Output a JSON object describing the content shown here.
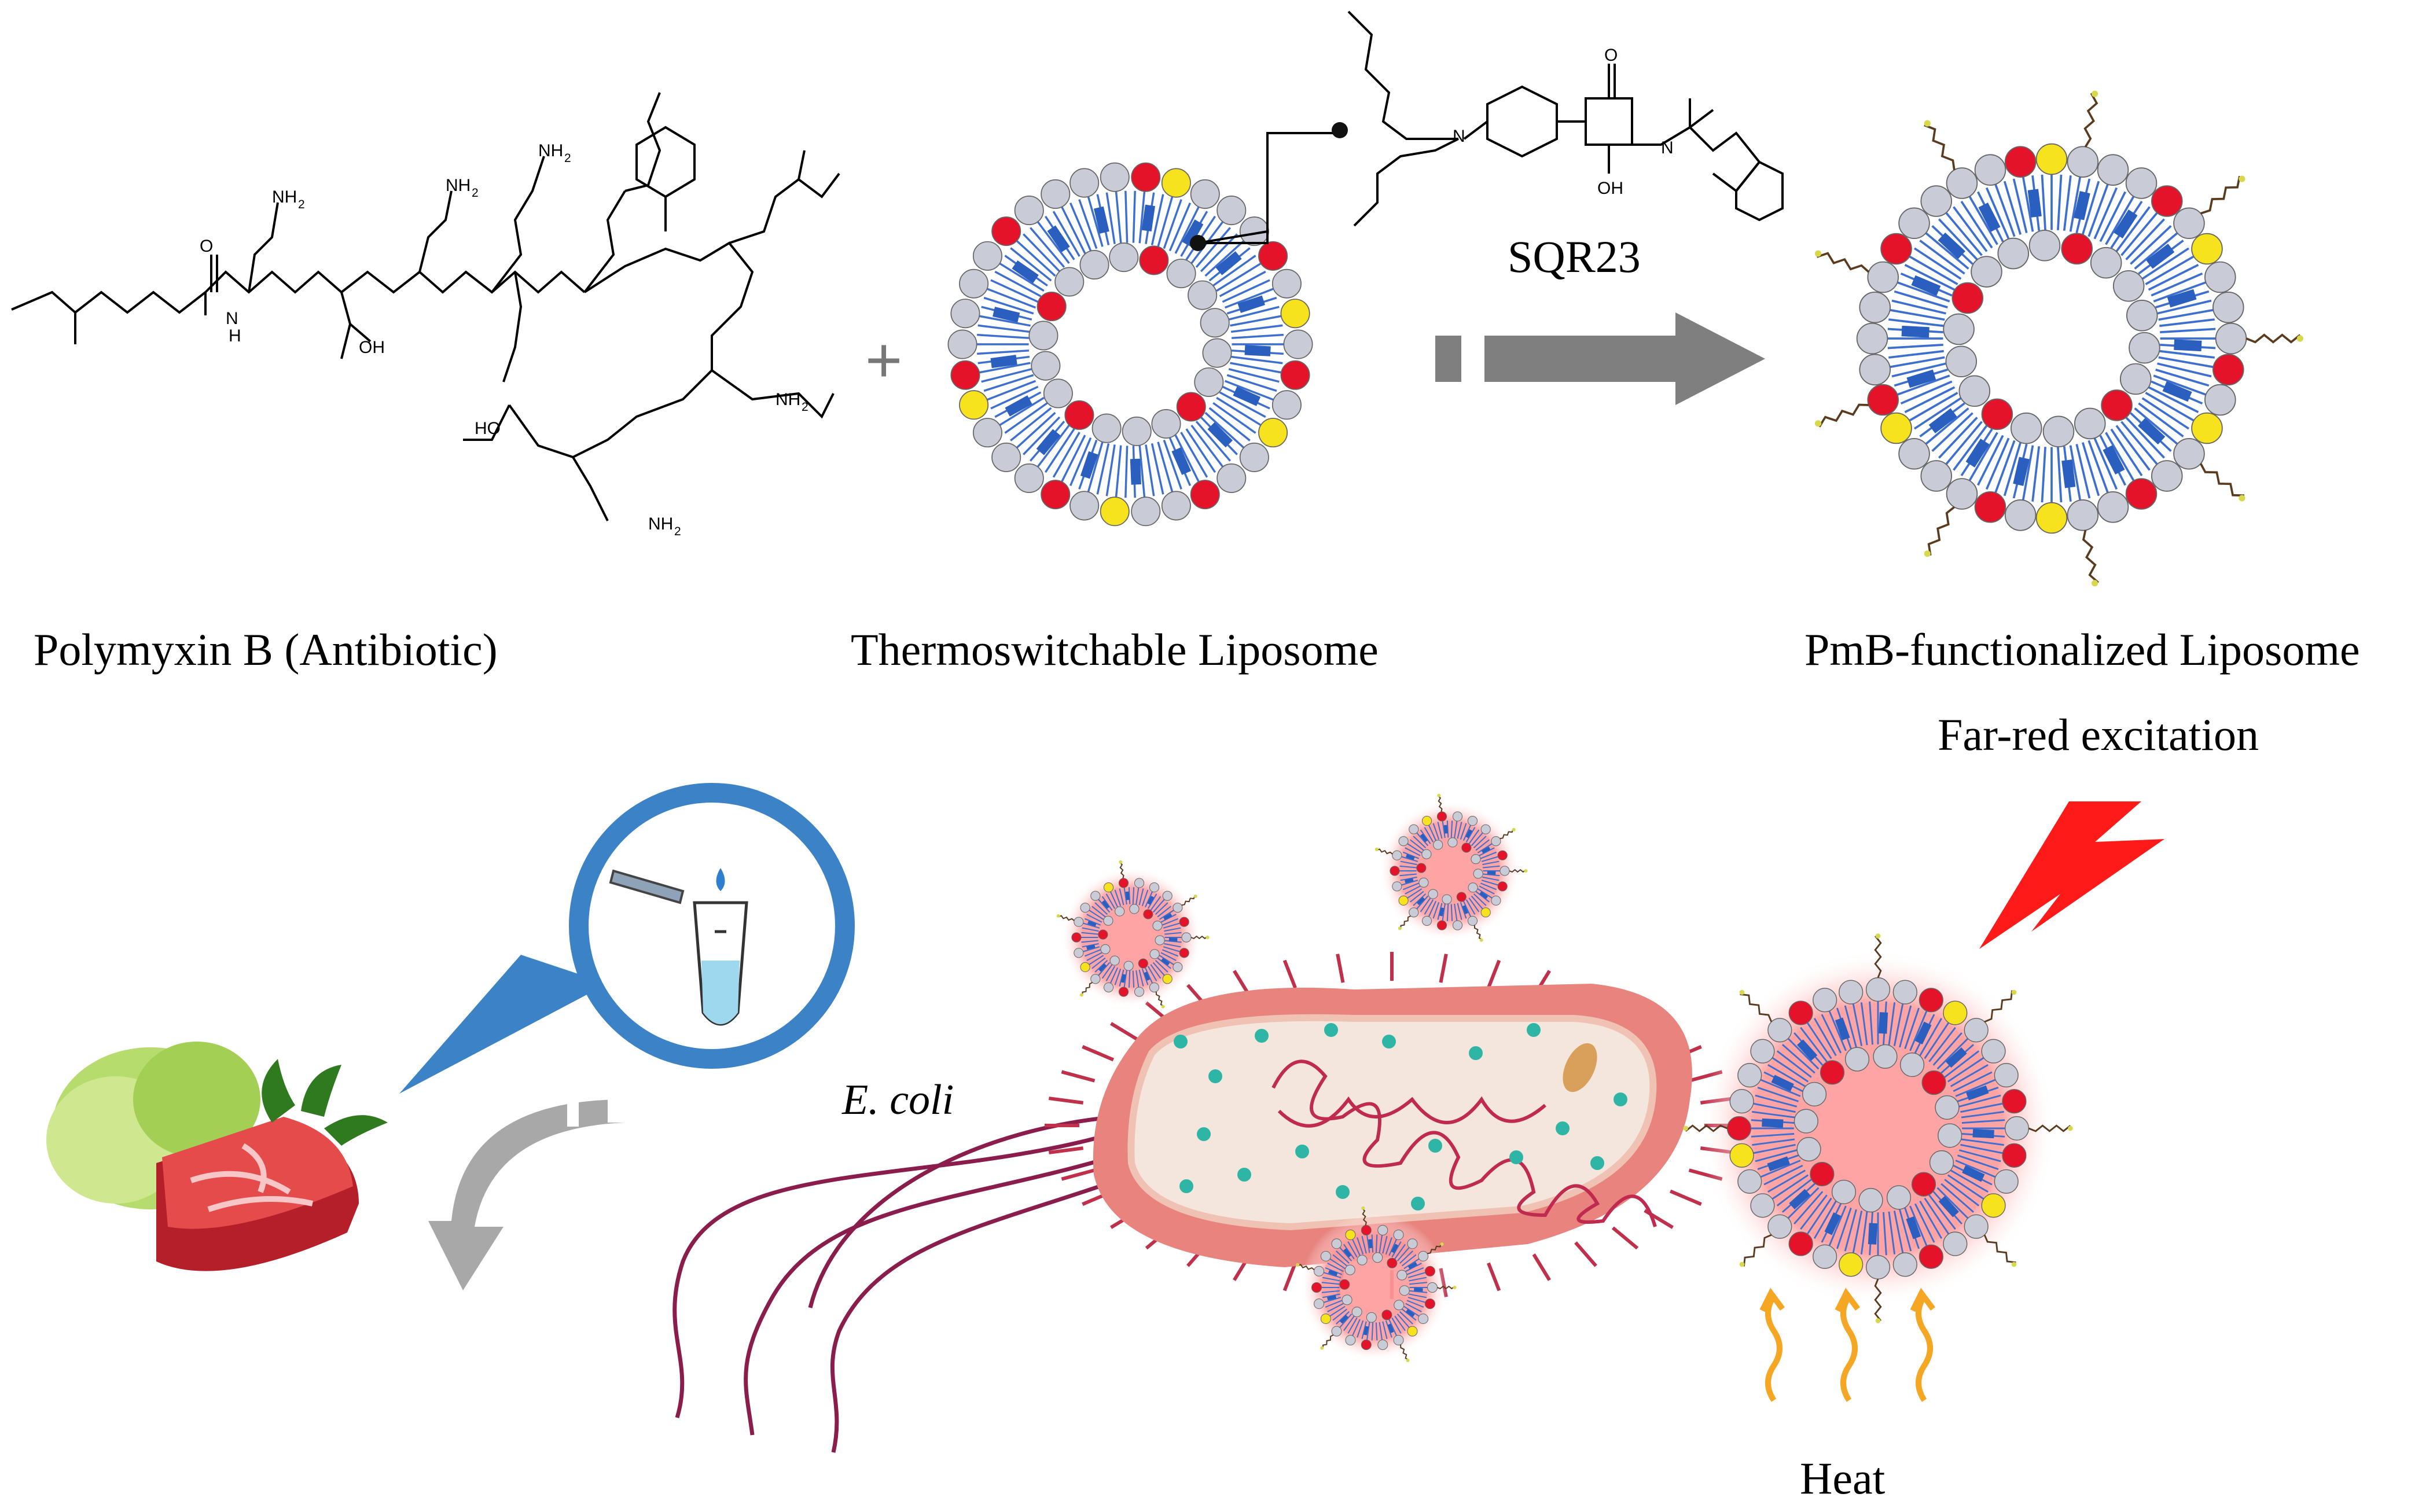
{
  "labels": {
    "polymyxin": "Polymyxin B (Antibiotic)",
    "liposome": "Thermoswitchable Liposome",
    "functionalized": "PmB-functionalized Liposome",
    "sqr23": "SQR23",
    "excitation": "Far-red excitation",
    "ecoli": "E. coli",
    "heat": "Heat",
    "plus": "+"
  },
  "chem_atoms": {
    "n": "N",
    "h": "H",
    "o": "O",
    "nh2": "NH",
    "sub2": "2",
    "oh": "OH",
    "ho": "HO"
  },
  "colors": {
    "lipid_head": "#c9ccd6",
    "lipid_tail": "#3d6fd0",
    "lipid_red": "#e5132a",
    "lipid_yellow": "#f7e21e",
    "arrow_gray": "#7f7f7f",
    "bacterium_body": "#e8837e",
    "bacterium_inner": "#f3ded5",
    "dna": "#c02a4f",
    "flagella": "#8b1d4c",
    "bolt_red": "#ff1a1a",
    "heat_orange": "#f5a623",
    "glow": "#ffb3b3",
    "magnifier": "#3b83c6"
  },
  "icons": [
    "plus-sign",
    "process-arrow",
    "lightning-bolt-icon",
    "heat-wave-icon",
    "magnifier-icon",
    "food-icon",
    "curved-arrow-icon",
    "pipette-tube-icon"
  ]
}
